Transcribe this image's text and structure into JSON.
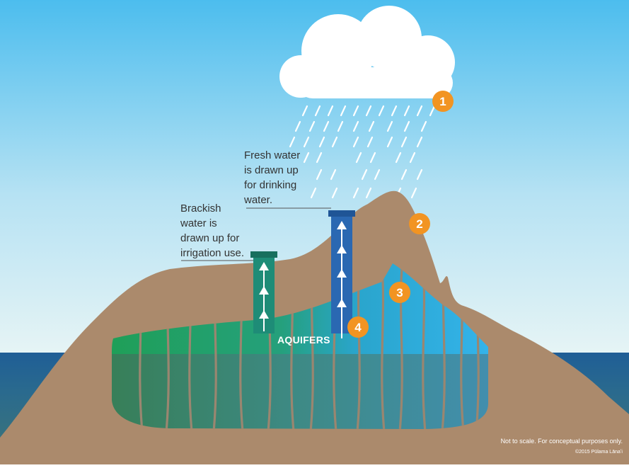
{
  "labels": {
    "fresh_line1": "Fresh water",
    "fresh_line2": "is drawn up",
    "fresh_line3": "for drinking",
    "fresh_line4": "water.",
    "brackish_line1": "Brackish",
    "brackish_line2": "water is",
    "brackish_line3": "drawn up for",
    "brackish_line4": "irrigation use.",
    "aquifers": "AQUIFERS"
  },
  "markers": [
    "1",
    "2",
    "3",
    "4"
  ],
  "footer": {
    "note": "Not to scale. For conceptual purposes only.",
    "credit": "©2015 Pūlama Lānaʻi"
  },
  "colors": {
    "sky_top": "#4fbfee",
    "sky_bottom": "#e3f3f6",
    "cloud": "#ffffff",
    "island": "#ae8a6d",
    "ocean": "#1f5f95",
    "fresh_aquifer": "#36a9e0",
    "brackish_aquifer": "#1fa067",
    "marker": "#f29422",
    "fresh_well": "#2a68b2",
    "brackish_well": "#1e8c77"
  }
}
